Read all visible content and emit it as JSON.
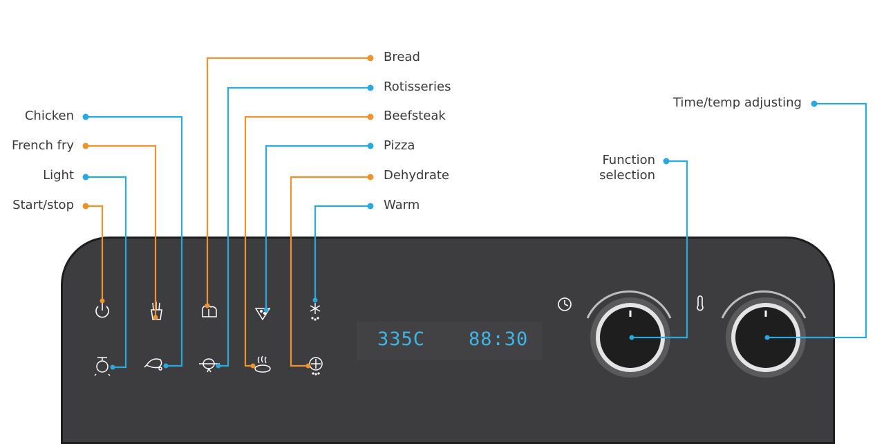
{
  "labels": {
    "chicken": "Chicken",
    "french_fry": "French fry",
    "light": "Light",
    "start_stop": "Start/stop",
    "bread": "Bread",
    "rotisseries": "Rotisseries",
    "beefsteak": "Beefsteak",
    "pizza": "Pizza",
    "dehydrate": "Dehydrate",
    "warm": "Warm",
    "function_selection_line1": "Function",
    "function_selection_line2": "selection",
    "time_temp_adjusting": "Time/temp adjusting"
  },
  "display": {
    "temperature": "335C",
    "time": "88:30"
  },
  "icons": {
    "start_stop": "power-icon",
    "french_fry": "french-fry-icon",
    "bread": "bread-icon",
    "pizza": "pizza-icon",
    "warm": "snowflake-icon",
    "light": "lamp-icon",
    "chicken": "chicken-icon",
    "rotisseries": "rotisserie-icon",
    "beefsteak": "steak-icon",
    "dehydrate": "dehydrate-icon",
    "time_knob": "clock-icon",
    "temp_knob": "thermometer-icon"
  },
  "colors": {
    "orange": "#f0922e",
    "blue": "#2aa9df",
    "panel": "#3d3d3f",
    "display_text": "#3fb4e6"
  }
}
